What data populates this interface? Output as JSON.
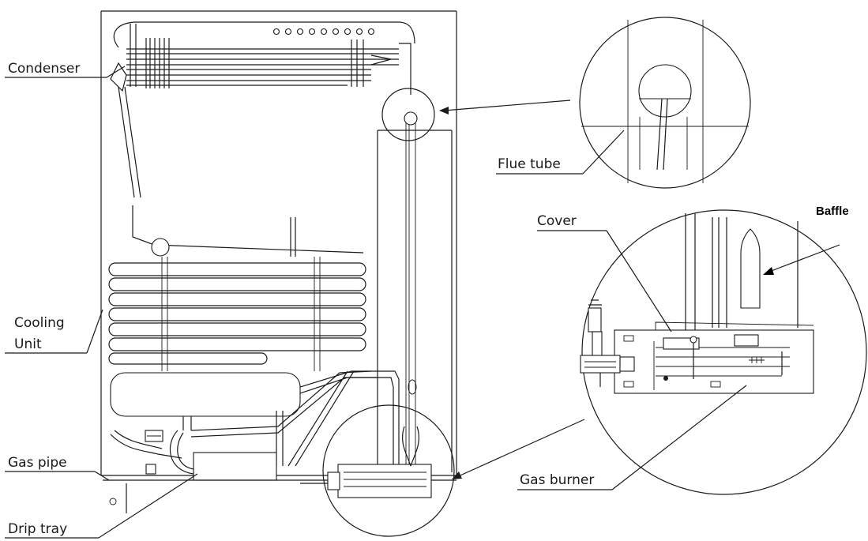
{
  "labels": {
    "condenser": "Condenser",
    "cooling_unit_line1": "Cooling",
    "cooling_unit_line2": "Unit",
    "gas_pipe": "Gas pipe",
    "drip_tray": "Drip tray",
    "flue_tube": "Flue tube",
    "cover": "Cover",
    "baffle": "Baffle",
    "gas_burner": "Gas burner"
  }
}
